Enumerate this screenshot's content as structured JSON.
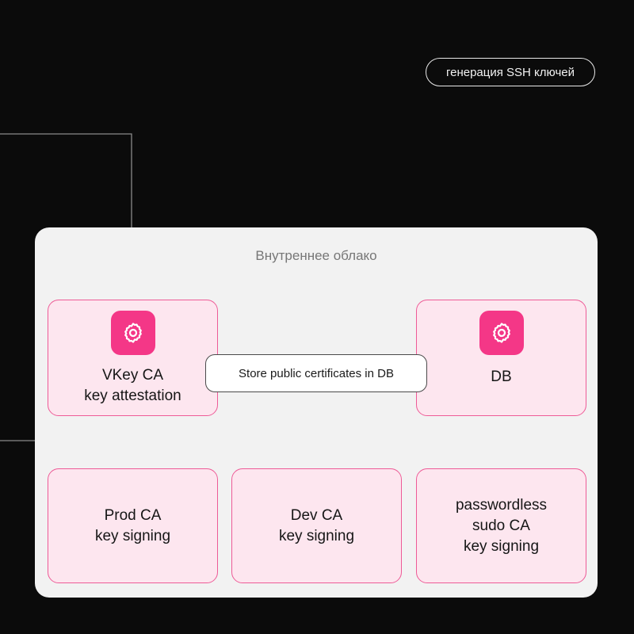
{
  "tag": {
    "label": "генерация SSH ключей"
  },
  "cloud": {
    "title": "Внутреннее облако"
  },
  "nodes": {
    "vkey": {
      "line1": "VKey CA",
      "line2": "key attestation"
    },
    "db": {
      "label": "DB"
    },
    "prod": {
      "line1": "Prod CA",
      "line2": "key signing"
    },
    "dev": {
      "line1": "Dev CA",
      "line2": "key signing"
    },
    "sudo": {
      "line1": "passwordless",
      "line2": "sudo CA",
      "line3": "key signing"
    }
  },
  "edges": {
    "store_label": "Store public certificates in DB"
  },
  "colors": {
    "background": "#0b0b0b",
    "cloud": "#f2f2f2",
    "node_fill": "#fde6ef",
    "node_border": "#ee5b97",
    "accent": "#f43787"
  },
  "icons": [
    "gear-icon",
    "gear-icon"
  ]
}
